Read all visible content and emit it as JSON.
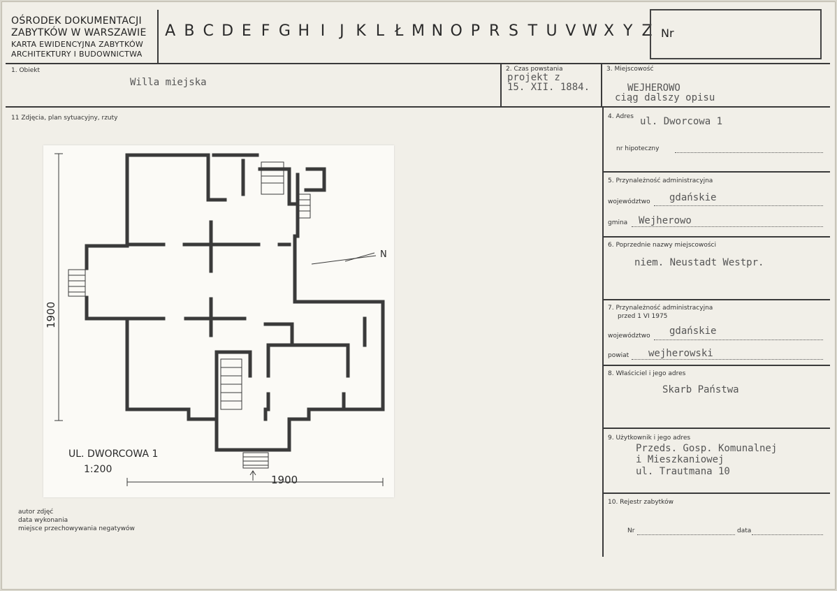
{
  "header": {
    "institution_line1": "OŚRODEK DOKUMENTACJI",
    "institution_line2": "ZABYTKÓW W WARSZAWIE",
    "institution_line3": "KARTA EWIDENCYJNA ZABYTKÓW",
    "institution_line4": "ARCHITEKTURY I BUDOWNICTWA",
    "letters": [
      "A",
      "B",
      "C",
      "D",
      "E",
      "F",
      "G",
      "H",
      "I",
      "J",
      "K",
      "L",
      "Ł",
      "M",
      "N",
      "O",
      "P",
      "R",
      "S",
      "T",
      "U",
      "V",
      "W",
      "X",
      "Y",
      "Z"
    ],
    "nr_label": "Nr"
  },
  "fields": {
    "obiekt_label": "1. Obiekt",
    "obiekt_value": "Willa miejska",
    "czas_label": "2. Czas powstania",
    "czas_value_line1": "projekt z",
    "czas_value_line2": "15. XII. 1884.",
    "miejscowosc_label": "3. Miejscowość",
    "miejscowosc_value_line1": "WEJHEROWO",
    "miejscowosc_value_line2": "ciąg dalszy opisu",
    "photos_label": "11 Zdjęcia, plan sytuacyjny, rzuty",
    "adres_label": "4. Adres",
    "adres_value": "ul. Dworcowa 1",
    "hipoteczny_label": "nr hipoteczny",
    "przynaleznosc_label": "5. Przynależność administracyjna",
    "wojewodztwo_label": "województwo",
    "wojewodztwo_value": "gdańskie",
    "gmina_label": "gmina",
    "gmina_value": "Wejherowo",
    "poprzednie_label": "6. Poprzednie nazwy miejscowości",
    "poprzednie_value": "niem. Neustadt Westpr.",
    "przynaleznosc_przed_label_line1": "7. Przynależność administracyjna",
    "przynaleznosc_przed_label_line2": "przed 1 VI 1975",
    "wojewodztwo2_label": "województwo",
    "wojewodztwo2_value": "gdańskie",
    "powiat_label": "powiat",
    "powiat_value": "wejherowski",
    "wlasciciel_label": "8. Właściciel i jego adres",
    "wlasciciel_value": "Skarb Państwa",
    "uzytkownik_label": "9. Użytkownik i jego adres",
    "uzytkownik_value_line1": "Przeds. Gosp. Komunalnej",
    "uzytkownik_value_line2": "i Mieszkaniowej",
    "uzytkownik_value_line3": "ul. Trautmana 10",
    "rejestr_label": "10. Rejestr zabytków",
    "rejestr_nr_label": "Nr",
    "rejestr_data_label": "data",
    "autor_label": "autor zdjęć",
    "data_wykonania_label": "data wykonania",
    "miejsce_label": "miejsce przechowywania negatywów"
  },
  "drawing": {
    "address": "UL. DWORCOWA 1",
    "scale": "1:200",
    "dim_vertical": "1900",
    "dim_horizontal": "1900",
    "north": "N"
  }
}
